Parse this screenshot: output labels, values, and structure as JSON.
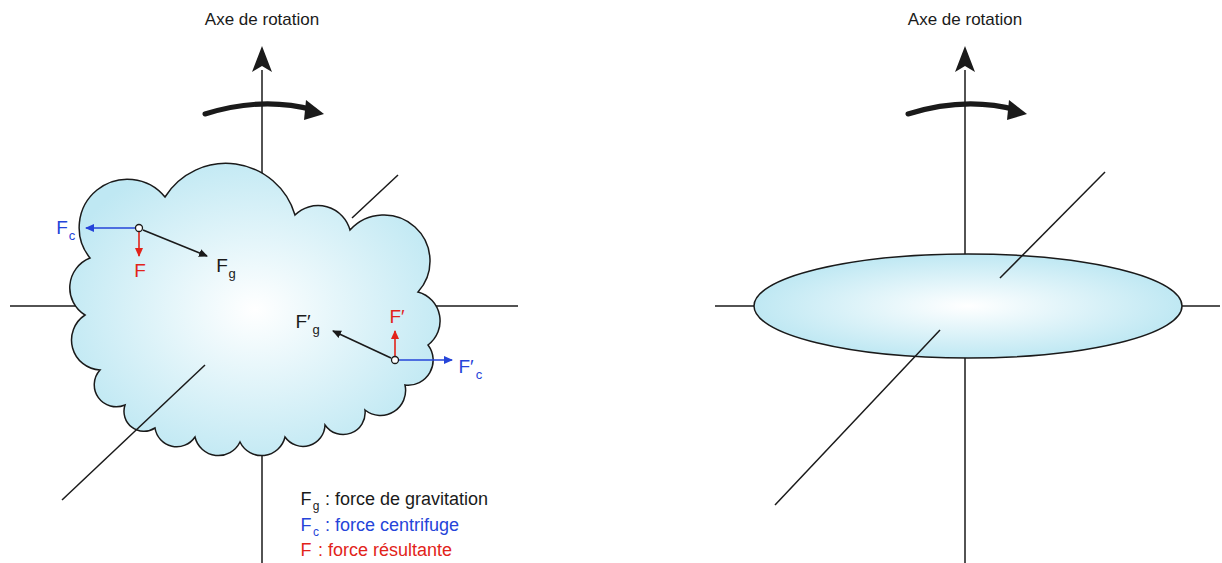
{
  "diagram": {
    "labels": [
      "Axe de rotation",
      "Axe de rotation",
      "F",
      "c",
      "F",
      "F",
      "g",
      "F′",
      "g",
      "F′",
      "F′",
      "c",
      "F",
      "g",
      ": force de gravitation",
      "F",
      "c",
      ": force centrifuge",
      "F",
      ": force résultante"
    ]
  }
}
